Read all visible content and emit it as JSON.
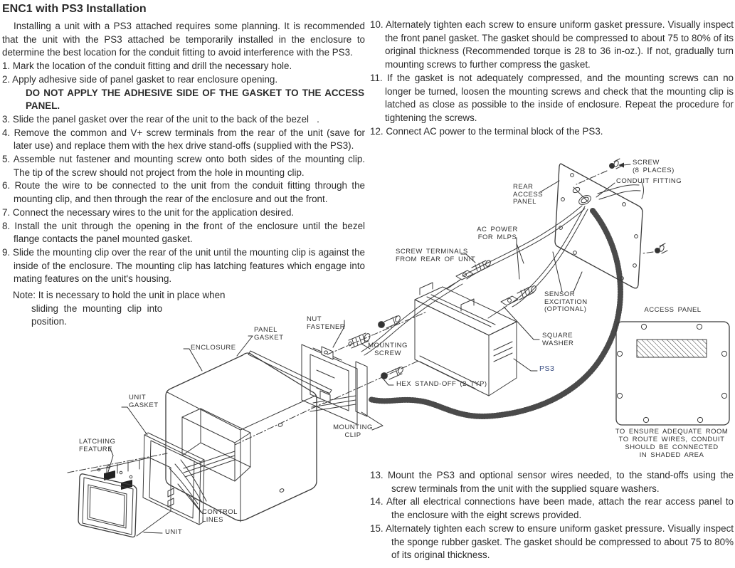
{
  "doc": {
    "title": "ENC1 with PS3 Installation",
    "intro": "Installing a unit with a PS3 attached requires some planning. It is recommended that the unit with the PS3 attached be temporarily installed in the enclosure to determine the best location for the conduit fitting to avoid interference with the PS3.",
    "steps_left": [
      {
        "text": "1. Mark the location of the conduit fitting and drill the necessary hole."
      },
      {
        "text": "2. Apply adhesive side of panel gasket to rear enclosure opening.",
        "warning": "DO NOT APPLY THE ADHESIVE SIDE OF THE GASKET TO THE ACCESS PANEL."
      },
      {
        "text": "3. Slide the panel gasket over the rear of the unit to the back of the bezel   ."
      },
      {
        "text": "4. Remove the common and V+ screw terminals from the rear of the unit (save for later use) and replace them with the hex drive stand-offs (supplied with the PS3)."
      },
      {
        "text": "5. Assemble nut fastener and mounting screw onto both sides of the mounting clip. The tip of the screw should not project from the hole in mounting clip."
      },
      {
        "text": "6. Route the wire to be connected to the unit from the conduit fitting through the mounting clip, and then through the rear of the enclosure and out the front."
      },
      {
        "text": "7. Connect the necessary wires to the unit for the application desired."
      },
      {
        "text": "8. Install the unit through the opening in the front of the enclosure until the bezel flange contacts the panel mounted gasket."
      },
      {
        "text": "9. Slide the mounting clip over the rear of the unit until the mounting clip is against the inside of the enclosure. The mounting clip has latching features which engage into mating features on the unit's housing."
      }
    ],
    "note": {
      "line1": "Note: It is necessary to hold the unit in place when",
      "line2": "sliding the mounting clip into",
      "line3": "position."
    },
    "steps_right_top": [
      {
        "text": "10. Alternately tighten each screw to ensure uniform gasket pressure. Visually inspect the front panel gasket. The gasket should be compressed to about 75 to 80% of its original thickness (Recommended torque is 28 to 36 in-oz.). If not, gradually turn mounting screws to further compress the gasket."
      },
      {
        "text": "11. If the gasket is not adequately compressed, and the mounting screws can no longer be turned, loosen the mounting screws and check that the mounting clip is latched as close as possible to the inside of enclosure. Repeat the procedure for tightening the screws."
      },
      {
        "text": "12. Connect AC power to the terminal block of the PS3."
      }
    ],
    "steps_right_bottom": [
      {
        "text": "13. Mount the PS3 and optional sensor wires needed, to the stand-offs using the screw terminals from the unit with the supplied square washers."
      },
      {
        "text": "14. After all electrical connections have been made, attach the rear access panel to the enclosure with the eight screws provided."
      },
      {
        "text": "15. Alternately tighten each screw to ensure uniform gasket pressure. Visually inspect the sponge rubber gasket. The gasket should be compressed to about 75 to 80% of its original thickness."
      }
    ]
  },
  "diagram": {
    "labels": {
      "screw": "SCREW\n(8 PLACES)",
      "conduit_fitting": "CONDUIT FITTING",
      "rear_access_panel": "REAR\nACCESS\nPANEL",
      "ac_power": "AC POWER\nFOR MLPS",
      "screw_terminals": "SCREW TERMINALS\nFROM REAR OF UNIT",
      "sensor_excitation": "SENSOR\nEXCITATION\n(OPTIONAL)",
      "square_washer": "SQUARE\nWASHER",
      "ps3": "PS3",
      "nut_fastener": "NUT\nFASTENER",
      "panel_gasket": "PANEL\nGASKET",
      "mounting_screw": "MOUNTING\nSCREW",
      "hex_standoff": "HEX STAND-OFF (2 TYP)",
      "mounting_clip": "MOUNTING\nCLIP",
      "enclosure": "ENCLOSURE",
      "unit_gasket": "UNIT\nGASKET",
      "latching_feature": "LATCHING\nFEATURE",
      "control_lines": "CONTROL\nLINES",
      "unit": "UNIT",
      "access_panel_title": "ACCESS PANEL",
      "access_panel_caption": "TO ENSURE ADEQUATE ROOM\nTO ROUTE WIRES, CONDUIT\nSHOULD BE CONNECTED\nIN SHADED AREA"
    },
    "ps3_label_color": "#34497e"
  }
}
